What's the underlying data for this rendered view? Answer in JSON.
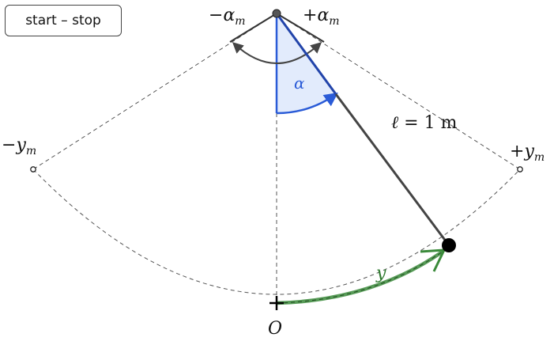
{
  "controls": {
    "start_stop_label": "start – stop"
  },
  "labels": {
    "neg_alpha_m": {
      "sign": "−",
      "symbol": "α",
      "sub": "m"
    },
    "pos_alpha_m": {
      "sign": "+",
      "symbol": "α",
      "sub": "m"
    },
    "alpha": "α",
    "length": {
      "symbol": "ℓ",
      "equals": " = 1",
      "unit": " m"
    },
    "neg_y_m": {
      "sign": "−",
      "symbol": "y",
      "sub": "m"
    },
    "pos_y_m": {
      "sign": "+",
      "symbol": "y",
      "sub": "m"
    },
    "y": "y",
    "origin": "O"
  },
  "colors": {
    "rod": "#444444",
    "angle": "#2a5bd7",
    "angle_fill": "#dbe6fb",
    "arc_length": "#3a8a3a",
    "guide": "#555555",
    "bob": "#000000"
  }
}
